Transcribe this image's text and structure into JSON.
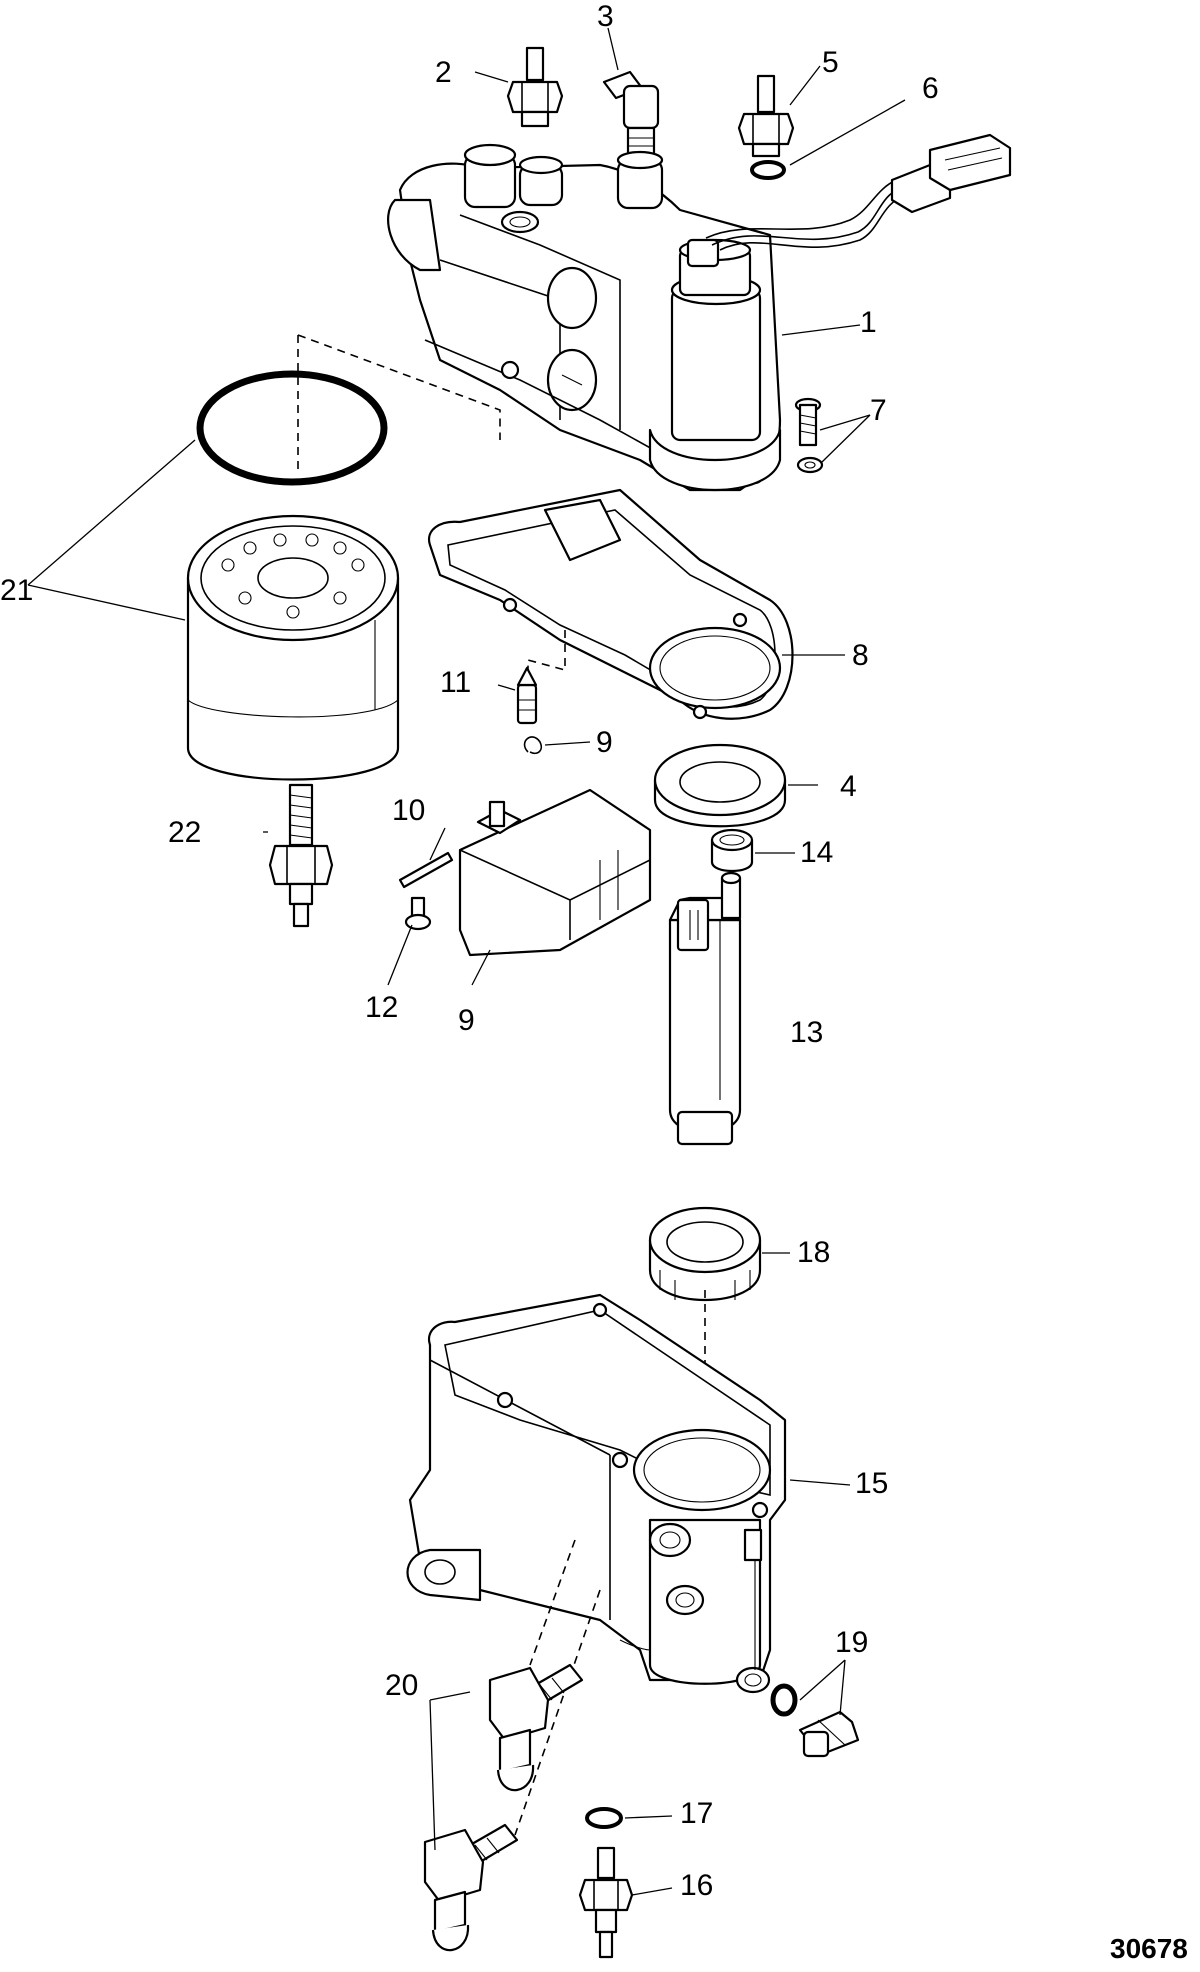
{
  "figure_number": "30678",
  "callouts": {
    "c1": "1",
    "c2": "2",
    "c3": "3",
    "c4": "4",
    "c5": "5",
    "c6": "6",
    "c7": "7",
    "c8": "8",
    "c9a": "9",
    "c9b": "9",
    "c10": "10",
    "c11": "11",
    "c12": "12",
    "c13": "13",
    "c14": "14",
    "c15": "15",
    "c16": "16",
    "c17": "17",
    "c18": "18",
    "c19": "19",
    "c20": "20",
    "c21": "21",
    "c22": "22"
  }
}
